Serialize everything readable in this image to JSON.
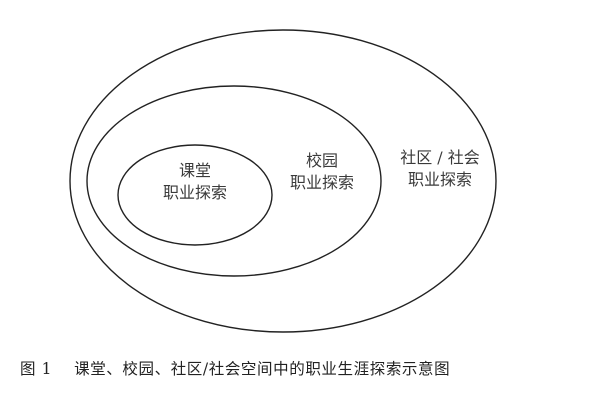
{
  "diagram": {
    "type": "nested-ellipses",
    "layers": [
      {
        "id": "classroom",
        "line1": "课堂",
        "line2": "职业探索"
      },
      {
        "id": "campus",
        "line1": "校园",
        "line2": "职业探索"
      },
      {
        "id": "community",
        "line1": "社区 / 社会",
        "line2": "职业探索"
      }
    ],
    "stroke_color": "#222222"
  },
  "caption": {
    "figure_number": "图 1",
    "text": "课堂、校园、社区/社会空间中的职业生涯探索示意图"
  }
}
